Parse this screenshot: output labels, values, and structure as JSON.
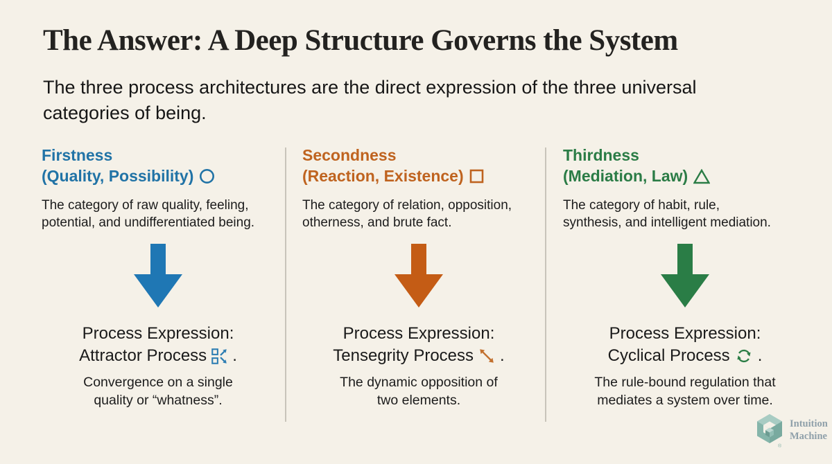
{
  "page": {
    "title": "The Answer: A Deep Structure Governs the System",
    "subtitle": "The three process architectures are the direct expression of the three universal\ncategories of being."
  },
  "colors": {
    "background": "#f5f1e8",
    "title_text": "#232220",
    "body_text": "#1c1c1c",
    "divider": "#c8c4ba",
    "firstness_blue": "#2173a6",
    "secondness_orange": "#bf631f",
    "thirdness_green": "#2b7c46",
    "blue_arrow": "#1f77b4",
    "orange_arrow": "#c45c15",
    "green_arrow": "#2a7d46",
    "attractor_icon": "#2e7eb3",
    "tensegrity_icon": "#c2702e",
    "cyclical_icon": "#2b7d45",
    "logo_teal": "#85b5aa",
    "logo_text": "#8fa0aa"
  },
  "columns": [
    {
      "name": "Firstness",
      "qualifier": "(Quality, Possibility)",
      "shape_name": "circle",
      "description": "The category of raw quality, feeling,\npotential, and undifferentiated being.",
      "process_label": "Process Expression:",
      "process_name": "Attractor Process",
      "process_icon": "attractor-expand-icon",
      "process_suffix": ".",
      "note": "Convergence on a single\nquality or “whatness”.",
      "arrow_color": "#1f77b4"
    },
    {
      "name": "Secondness",
      "qualifier": "(Reaction, Existence)",
      "shape_name": "square",
      "description": "The category of relation, opposition,\notherness, and brute fact.",
      "process_label": "Process Expression:",
      "process_name": "Tensegrity Process",
      "process_icon": "tensegrity-diagonal-arrow-icon",
      "process_suffix": ".",
      "note": "The dynamic opposition of\ntwo elements.",
      "arrow_color": "#c45c15"
    },
    {
      "name": "Thirdness",
      "qualifier": "(Mediation, Law)",
      "shape_name": "triangle",
      "description": "The category of habit, rule,\nsynthesis, and intelligent mediation.",
      "process_label": "Process Expression:",
      "process_name": "Cyclical Process",
      "process_icon": "cycle-arrows-icon",
      "process_suffix": ".",
      "note": "The rule-bound regulation that\nmediates a system over time.",
      "arrow_color": "#2a7d46"
    }
  ],
  "logo": {
    "line1": "Intuition",
    "line2": "Machine",
    "registered": "®"
  }
}
